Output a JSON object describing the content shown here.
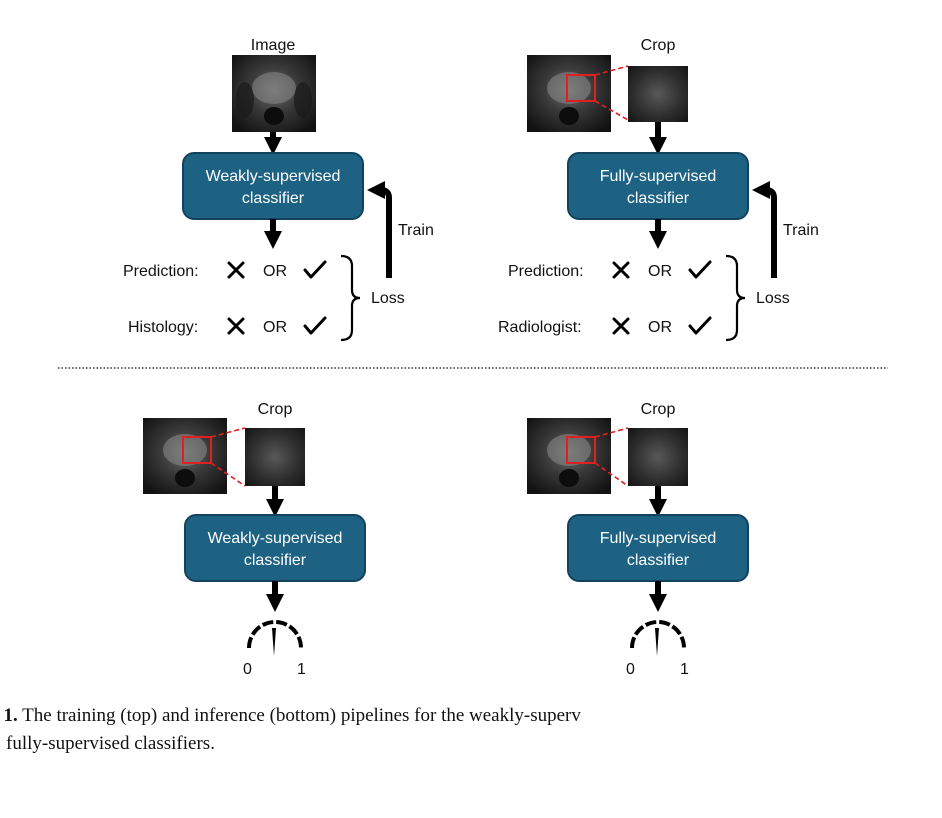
{
  "panels": {
    "train_weak": {
      "input_label": "Image",
      "classifier_line1": "Weakly-supervised",
      "classifier_line2": "classifier",
      "train_label": "Train",
      "prediction_label": "Prediction:",
      "reference_label": "Histology:",
      "or_text": "OR",
      "loss_label": "Loss"
    },
    "train_full": {
      "input_label": "Crop",
      "classifier_line1": "Fully-supervised",
      "classifier_line2": "classifier",
      "train_label": "Train",
      "prediction_label": "Prediction:",
      "reference_label": "Radiologist:",
      "or_text": "OR",
      "loss_label": "Loss"
    },
    "infer_weak": {
      "input_label": "Crop",
      "classifier_line1": "Weakly-supervised",
      "classifier_line2": "classifier",
      "gauge_min": "0",
      "gauge_max": "1"
    },
    "infer_full": {
      "input_label": "Crop",
      "classifier_line1": "Fully-supervised",
      "classifier_line2": "classifier",
      "gauge_min": "0",
      "gauge_max": "1"
    }
  },
  "caption": {
    "label": ". 1.",
    "line1": " The training (top) and inference (bottom) pipelines for the weakly-superv",
    "line2": "fully-supervised classifiers."
  },
  "colors": {
    "box_fill": "#1d6283",
    "box_stroke": "#12425c",
    "crop_box": "#e02020",
    "arrow": "#000000"
  }
}
